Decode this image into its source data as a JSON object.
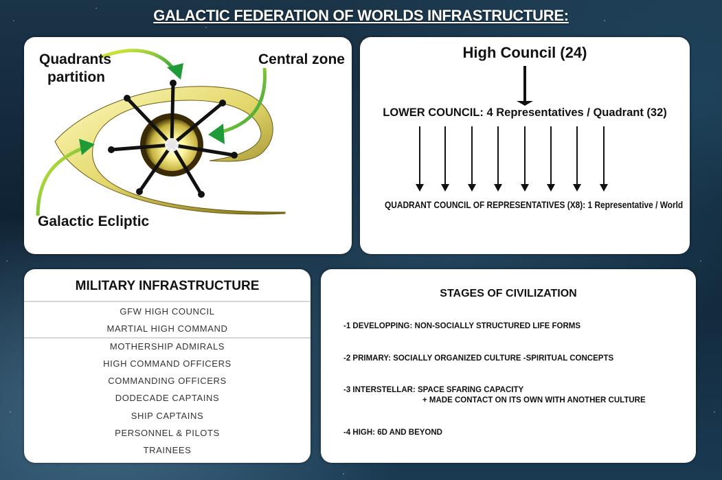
{
  "title": "GALACTIC FEDERATION OF WORLDS INFRASTRUCTURE:",
  "galaxy_diagram": {
    "labels": {
      "quadrants_partition_line1": "Quadrants",
      "quadrants_partition_line2": "partition",
      "central_zone": "Central zone",
      "galactic_ecliptic": "Galactic Ecliptic"
    },
    "colors": {
      "arrow": "#2aa838",
      "ring": "#d9cf5a",
      "core": "#fffbd0",
      "spokes": "#111111"
    },
    "spoke_count": 8
  },
  "council": {
    "high_council": "High Council (24)",
    "lower_council": "LOWER COUNCIL: 4 Representatives / Quadrant (32)",
    "quadrant_council": "QUADRANT COUNCIL OF REPRESENTATIVES (X8): 1 Representative / World",
    "arrow_count": 8
  },
  "military": {
    "title": "MILITARY INFRASTRUCTURE",
    "ranks": [
      "GFW HIGH COUNCIL",
      "MARTIAL HIGH COMMAND",
      "MOTHERSHIP ADMIRALS",
      "HIGH COMMAND OFFICERS",
      "COMMANDING OFFICERS",
      "DODECADE CAPTAINS",
      "SHIP CAPTAINS",
      "PERSONNEL & PILOTS",
      "TRAINEES"
    ]
  },
  "stages": {
    "title": "STAGES OF CIVILIZATION",
    "items": [
      {
        "text": "-1 DEVELOPPING: NON-SOCIALLY STRUCTURED LIFE FORMS"
      },
      {
        "text": "-2 PRIMARY: SOCIALLY ORGANIZED CULTURE -SPIRITUAL CONCEPTS"
      },
      {
        "text": "-3 INTERSTELLAR: SPACE SFARING CAPACITY",
        "continuation": "+ MADE CONTACT ON ITS OWN WITH ANOTHER CULTURE"
      },
      {
        "text": "-4 HIGH: 6D AND BEYOND"
      }
    ]
  }
}
